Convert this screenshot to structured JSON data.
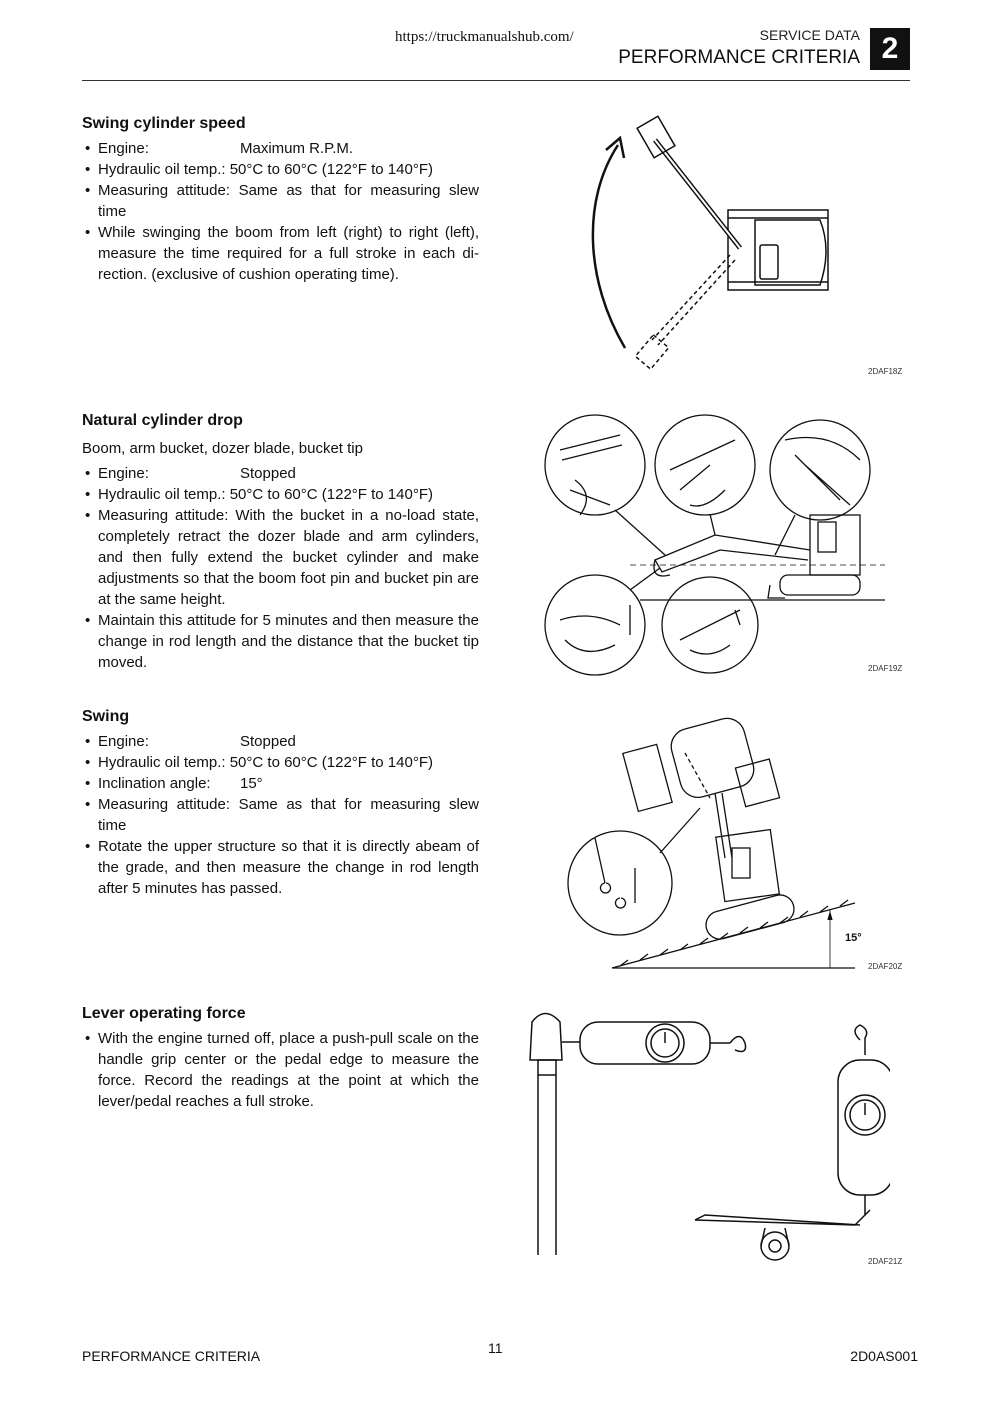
{
  "header": {
    "url": "https://truckmanualshub.com/",
    "section_sub": "SERVICE DATA",
    "section_main": "PERFORMANCE CRITERIA",
    "chapter": "2"
  },
  "sections": {
    "swing_cylinder_speed": {
      "title": "Swing cylinder speed",
      "engine_label": "Engine:",
      "engine_value": "Maximum R.P.M.",
      "oil_label": "Hydraulic oil temp.:",
      "oil_value": "50°C to 60°C (122°F to 140°F)",
      "attitude_label": "Measuring attitude:",
      "attitude_value": "Same as that for measuring slew time",
      "instruction": "While swinging the boom from left (right) to right (left), measure the time required for a full stroke in each di-rection. (exclusive of cushion operating time).",
      "figure_code": "2DAF18Z"
    },
    "natural_cylinder_drop": {
      "title": "Natural cylinder drop",
      "subtitle": "Boom, arm bucket, dozer blade, bucket tip",
      "engine_label": "Engine:",
      "engine_value": "Stopped",
      "oil_label": "Hydraulic oil temp.:",
      "oil_value": "50°C to 60°C (122°F to 140°F)",
      "attitude_label": "Measuring attitude:",
      "attitude_value": "With the bucket in a no-load state, completely retract the dozer blade and arm cylinders, and then fully extend the bucket cylinder and make adjustments so that the boom foot pin and bucket pin are at the same height.",
      "instruction": "Maintain this attitude for 5 minutes and then measure the change in rod length and the distance that the bucket tip moved.",
      "figure_code": "2DAF19Z"
    },
    "swing": {
      "title": "Swing",
      "engine_label": "Engine:",
      "engine_value": "Stopped",
      "oil_label": "Hydraulic oil temp.:",
      "oil_value": "50°C to 60°C (122°F to 140°F)",
      "incline_label": "Inclination angle:",
      "incline_value": "15°",
      "attitude_label": "Measuring attitude:",
      "attitude_value": "Same as that for measuring slew time",
      "instruction": "Rotate the upper structure so that it is directly abeam of the grade, and then measure the change in rod length after 5 minutes has passed.",
      "angle_label": "15°",
      "figure_code": "2DAF20Z"
    },
    "lever_operating_force": {
      "title": "Lever operating force",
      "instruction": "With the engine turned off, place a push-pull scale on the handle grip center or the pedal edge to measure the force. Record the readings at the point at which the lever/pedal reaches a full stroke.",
      "figure_code": "2DAF21Z"
    }
  },
  "footer": {
    "left": "PERFORMANCE CRITERIA",
    "page": "11",
    "right": "2D0AS001"
  }
}
